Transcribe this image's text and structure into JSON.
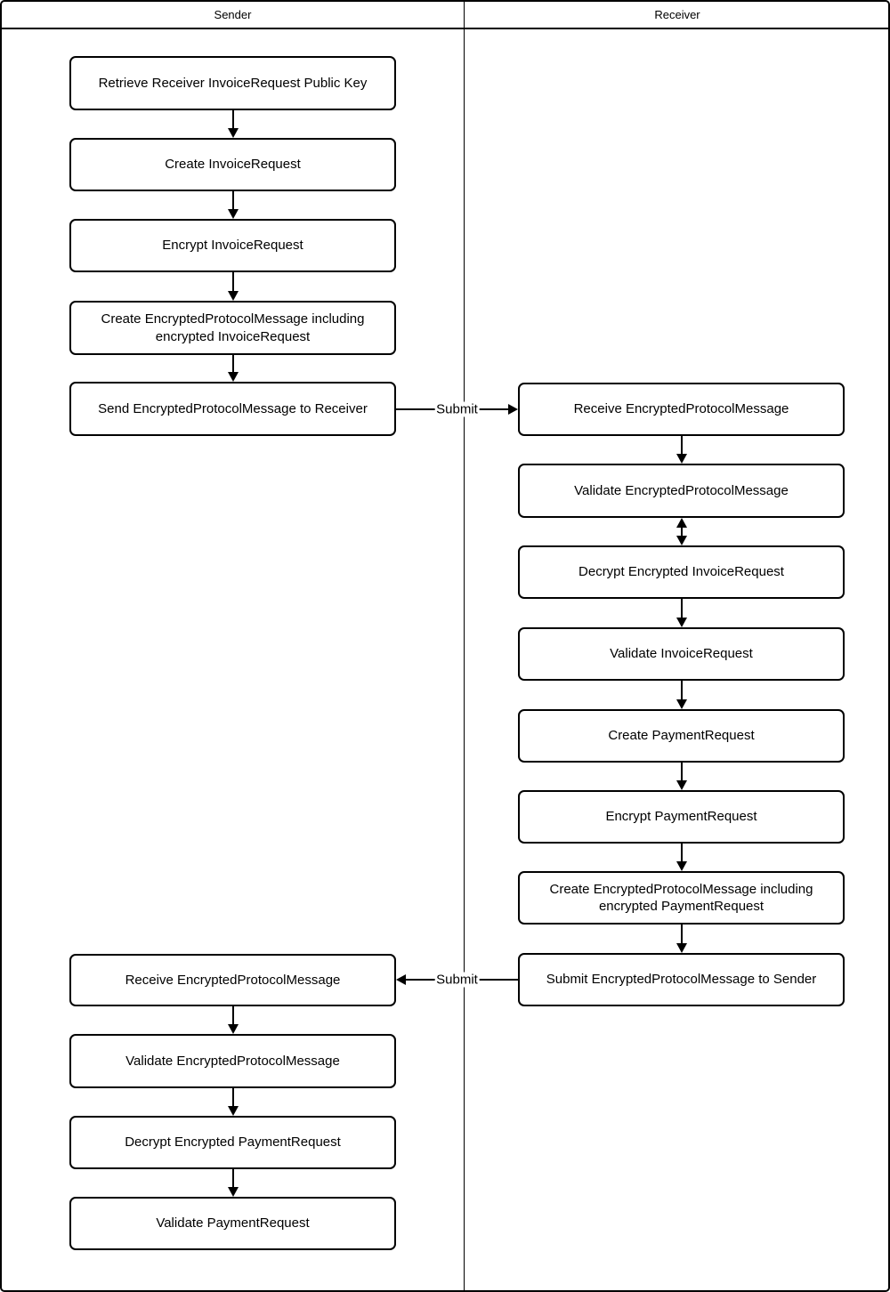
{
  "diagram": {
    "type": "swimlane-flowchart",
    "colors": {
      "stroke": "#000000",
      "fill": "#ffffff",
      "text": "#000000"
    },
    "lanes": [
      {
        "id": "sender",
        "label": "Sender"
      },
      {
        "id": "receiver",
        "label": "Receiver"
      }
    ],
    "sender_nodes": [
      {
        "label": "Retrieve Receiver InvoiceRequest Public Key"
      },
      {
        "label": "Create InvoiceRequest"
      },
      {
        "label": "Encrypt InvoiceRequest"
      },
      {
        "label": "Create EncryptedProtocolMessage including encrypted InvoiceRequest"
      },
      {
        "label": "Send EncryptedProtocolMessage to Receiver"
      },
      {
        "label": "Receive EncryptedProtocolMessage"
      },
      {
        "label": "Validate EncryptedProtocolMessage"
      },
      {
        "label": "Decrypt Encrypted PaymentRequest"
      },
      {
        "label": "Validate PaymentRequest"
      }
    ],
    "receiver_nodes": [
      {
        "label": "Receive EncryptedProtocolMessage"
      },
      {
        "label": "Validate EncryptedProtocolMessage"
      },
      {
        "label": "Decrypt Encrypted InvoiceRequest"
      },
      {
        "label": "Validate InvoiceRequest"
      },
      {
        "label": "Create PaymentRequest"
      },
      {
        "label": "Encrypt PaymentRequest"
      },
      {
        "label": "Create EncryptedProtocolMessage including encrypted PaymentRequest"
      },
      {
        "label": "Submit EncryptedProtocolMessage to Sender"
      }
    ],
    "edge_labels": {
      "sender_to_receiver": "Submit",
      "receiver_to_sender": "Submit"
    }
  }
}
